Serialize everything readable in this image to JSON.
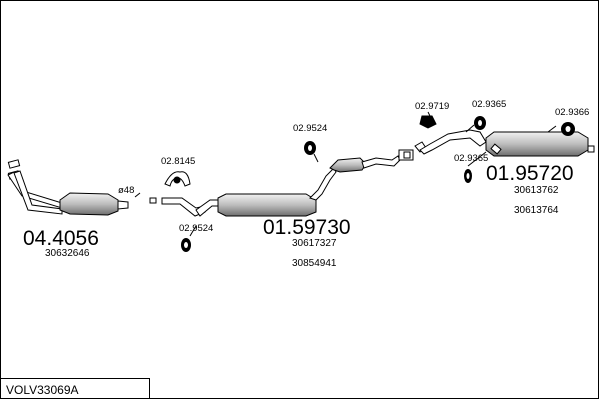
{
  "title": "VOLV33069A",
  "diameter_mark": "ø48",
  "parts": [
    {
      "number": "04.4056",
      "refs": [
        "30632646"
      ]
    },
    {
      "number": "01.59730",
      "refs": [
        "30617327",
        "30854941"
      ]
    },
    {
      "number": "01.95720",
      "refs": [
        "30613762",
        "30613764"
      ]
    }
  ],
  "hardware": [
    {
      "number": "02.8145"
    },
    {
      "number": "02.9524"
    },
    {
      "number": "02.9524"
    },
    {
      "number": "02.9719"
    },
    {
      "number": "02.9365"
    },
    {
      "number": "02.9365"
    },
    {
      "number": "02.9366"
    }
  ],
  "colors": {
    "line": "#000000",
    "pipe_fill": "#ffffff",
    "part_fill": "#d9d9d9"
  }
}
